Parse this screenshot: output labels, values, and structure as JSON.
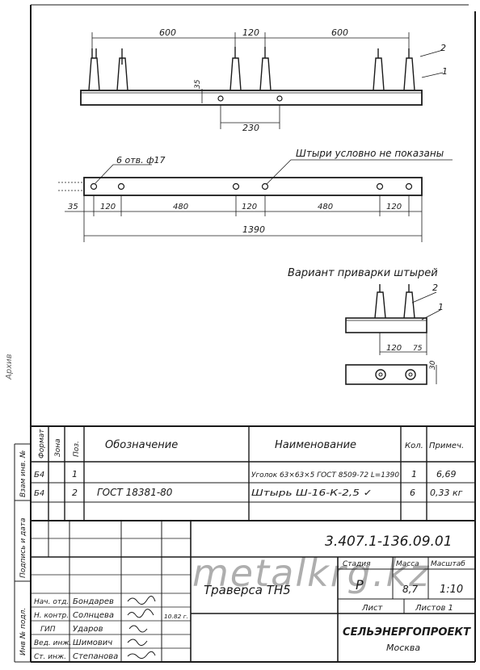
{
  "drawing": {
    "top_view": {
      "dim_left": "600",
      "dim_center": "120",
      "dim_right": "600",
      "dim_height": "35",
      "dim_bottom": "230",
      "callout_1": "1",
      "callout_2": "2"
    },
    "plan_view": {
      "holes_note": "6 отв. ф17",
      "pins_note": "Штыри условно не показаны",
      "dims": [
        "35",
        "120",
        "480",
        "120",
        "480",
        "120"
      ],
      "overall": "1390"
    },
    "welding_variant": {
      "title": "Вариант приварки штырей",
      "callout_1": "1",
      "callout_2": "2",
      "dim_120": "120",
      "dim_75": "75",
      "dim_30": "30"
    }
  },
  "side_stamp": {
    "labels": [
      "Инв № подл.",
      "Подпись и дата",
      "Взам инв. №"
    ],
    "margin_note": "Архив"
  },
  "spec_table": {
    "headers": {
      "format": "Формат",
      "zone": "Зона",
      "pos": "Поз.",
      "designation": "Обозначение",
      "name": "Наименование",
      "qty": "Кол.",
      "note": "Примеч."
    },
    "rows": [
      {
        "format": "Б4",
        "zone": "",
        "pos": "1",
        "designation": "",
        "name": "Уголок 63×63×5 ГОСТ 8509-72 L=1390",
        "qty": "1",
        "note": "6,69"
      },
      {
        "format": "Б4",
        "zone": "",
        "pos": "2",
        "designation": "ГОСТ 18381-80",
        "name": "Штырь Ш-16-К-2,5 ✓",
        "qty": "6",
        "note": "0,33 кг"
      }
    ]
  },
  "title_block": {
    "doc_number": "3.407.1-136.09.01",
    "part_name": "Траверса ТН5",
    "stage_label": "Стадия",
    "mass_label": "Масса",
    "scale_label": "Масштаб",
    "stage": "Р",
    "mass": "8,7",
    "scale": "1:10",
    "sheet_label": "Лист",
    "sheets_label": "Листов 1",
    "org": "СЕЛЬЭНЕРГОПРОЕКТ",
    "city": "Москва",
    "date": "10.82 г.",
    "signatures": [
      {
        "role": "Нач. отд.",
        "name": "Бондарев"
      },
      {
        "role": "Н. контр.",
        "name": "Солнцева"
      },
      {
        "role": "ГИП",
        "name": "Ударов"
      },
      {
        "role": "Вед. инж.",
        "name": "Шимович"
      },
      {
        "role": "Ст. инж.",
        "name": "Степанова"
      }
    ]
  },
  "watermark": "metalkrg.kz"
}
